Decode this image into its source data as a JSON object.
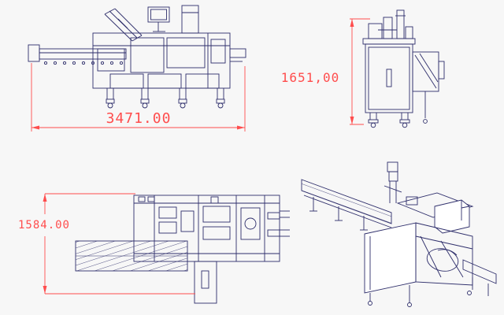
{
  "colors": {
    "background": "#f7f7f7",
    "drawing_line": "#2e2e6b",
    "dimension": "#ff4d4d"
  },
  "views": {
    "side": {
      "dimension_label": "3471.00"
    },
    "front": {
      "dimension_label": "1651,00"
    },
    "plan": {
      "dimension_label": "1584.00"
    },
    "isometric": {}
  }
}
